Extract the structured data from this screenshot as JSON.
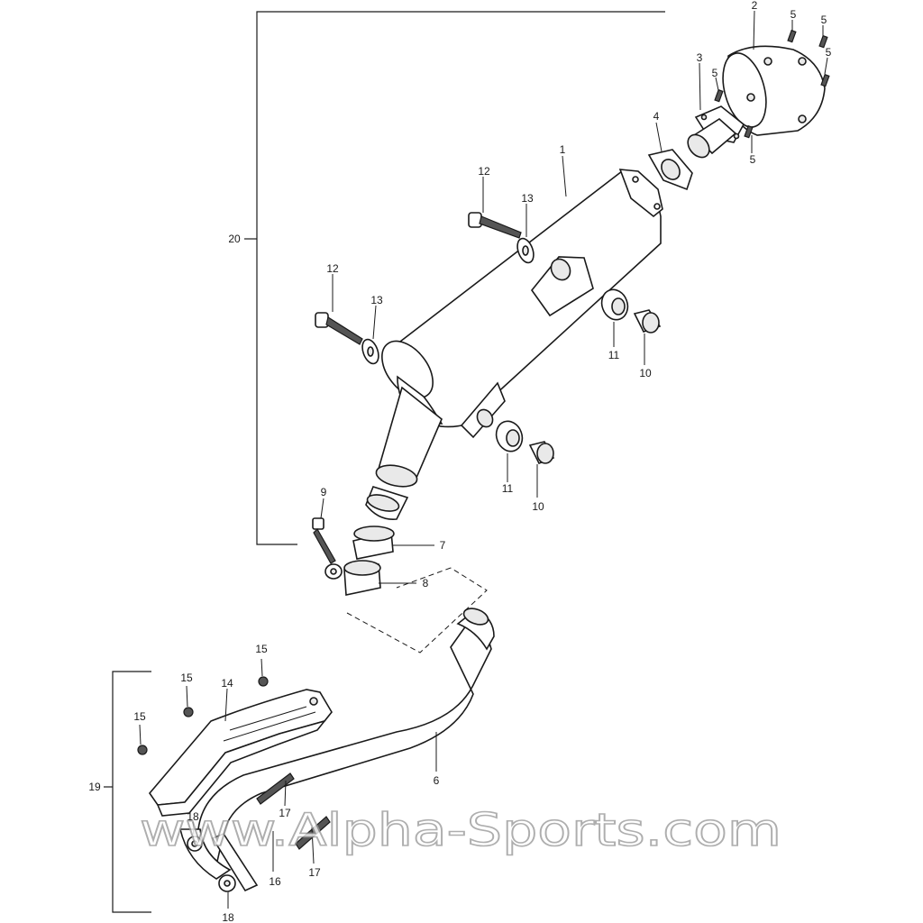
{
  "watermark": "www.Alpha-Sports.com",
  "callouts": {
    "c1": "1",
    "c2": "2",
    "c3": "3",
    "c4": "4",
    "c5": "5",
    "c6": "6",
    "c7": "7",
    "c8": "8",
    "c9": "9",
    "c10": "10",
    "c11": "11",
    "c12": "12",
    "c13": "13",
    "c14": "14",
    "c15": "15",
    "c16": "16",
    "c17": "17",
    "c18": "18",
    "c19": "19",
    "c20": "20"
  },
  "colors": {
    "line": "#1a1a1a",
    "background": "#ffffff",
    "watermark_outline": "#9a9a9a"
  }
}
